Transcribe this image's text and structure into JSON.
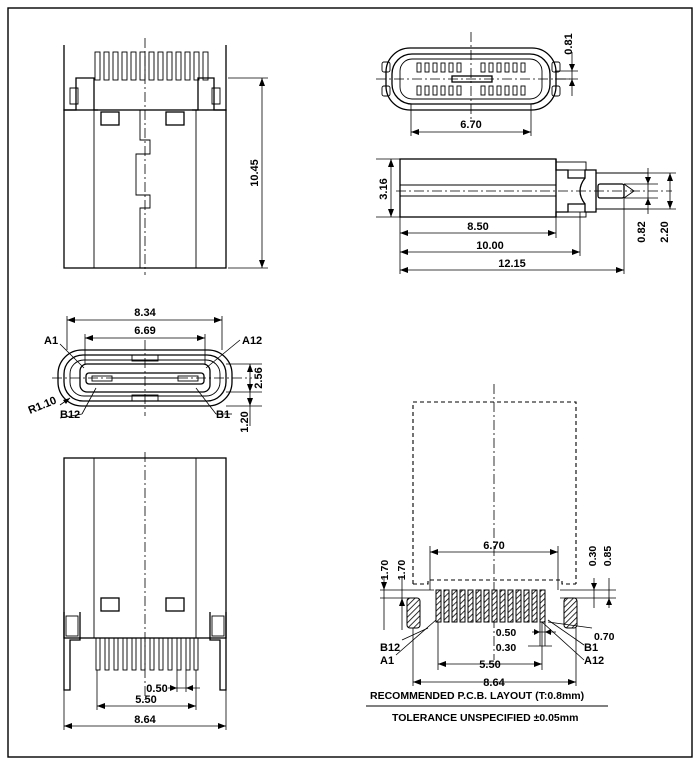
{
  "views": {
    "side_top": {
      "dims": {
        "length": "10.45"
      }
    },
    "end_view": {
      "dims": {
        "pitch": "0.81",
        "width": "6.70"
      }
    },
    "side_profile": {
      "dims": {
        "height": "3.16",
        "len_a": "8.50",
        "len_b": "10.00",
        "len_c": "12.15",
        "tab": "0.82",
        "tail": "2.20"
      }
    },
    "front_face": {
      "dims": {
        "outer": "8.34",
        "inner": "6.69",
        "height": "2.56",
        "foot": "1.20",
        "radius": "R1.10"
      },
      "labels": {
        "a1": "A1",
        "a12": "A12",
        "b12": "B12",
        "b1": "B1"
      }
    },
    "bottom_view": {
      "dims": {
        "pitch": "0.50",
        "span": "5.50",
        "width": "8.64"
      }
    },
    "pcb_layout": {
      "dims": {
        "top_width": "6.70",
        "left_a": "1.70",
        "left_b": "1.70",
        "right_a": "0.30",
        "right_b": "0.85",
        "pitch": "0.50",
        "pad": "0.30",
        "pad_len": "0.70",
        "span": "5.50",
        "width": "8.64"
      },
      "labels": {
        "b12": "B12",
        "a1": "A1",
        "b1": "B1",
        "a12": "A12"
      }
    }
  },
  "notes": {
    "layout_title": "RECOMMENDED   P.C.B.  LAYOUT  (T:0.8mm)",
    "tolerance": "TOLERANCE  UNSPECIFIED  ±0.05mm"
  }
}
